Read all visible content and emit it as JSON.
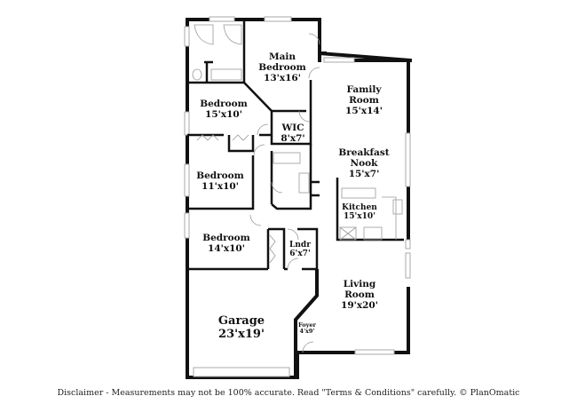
{
  "floorplan": {
    "rooms": [
      {
        "id": "main-bedroom",
        "name": "Main Bedroom",
        "name_line1": "Main",
        "name_line2": "Bedroom",
        "size": "13'x16'"
      },
      {
        "id": "bedroom-2",
        "name": "Bedroom",
        "size": "15'x10'"
      },
      {
        "id": "wic",
        "name": "WIC",
        "size": "8'x7'"
      },
      {
        "id": "bedroom-3",
        "name": "Bedroom",
        "size": "11'x10'"
      },
      {
        "id": "bedroom-4",
        "name": "Bedroom",
        "size": "14'x10'"
      },
      {
        "id": "laundry",
        "name": "Lndr",
        "size": "6'x7'"
      },
      {
        "id": "family-room",
        "name": "Family Room",
        "name_line1": "Family",
        "name_line2": "Room",
        "size": "15'x14'"
      },
      {
        "id": "breakfast-nook",
        "name": "Breakfast Nook",
        "name_line1": "Breakfast",
        "name_line2": "Nook",
        "size": "15'x7'"
      },
      {
        "id": "kitchen",
        "name": "Kitchen",
        "size": "15'x10'"
      },
      {
        "id": "living-room",
        "name": "Living Room",
        "name_line1": "Living",
        "name_line2": "Room",
        "size": "19'x20'"
      },
      {
        "id": "garage",
        "name": "Garage",
        "size": "23'x19'"
      },
      {
        "id": "foyer",
        "name": "Foyer",
        "size": "4'x9'"
      }
    ]
  },
  "footer": {
    "disclaimer": "Disclaimer - Measurements may not be 100% accurate. Read \"Terms & Conditions\" carefully. © PlanOmatic"
  },
  "colors": {
    "wall": "#111111",
    "window": "#aaaaaa",
    "background": "#ffffff"
  }
}
